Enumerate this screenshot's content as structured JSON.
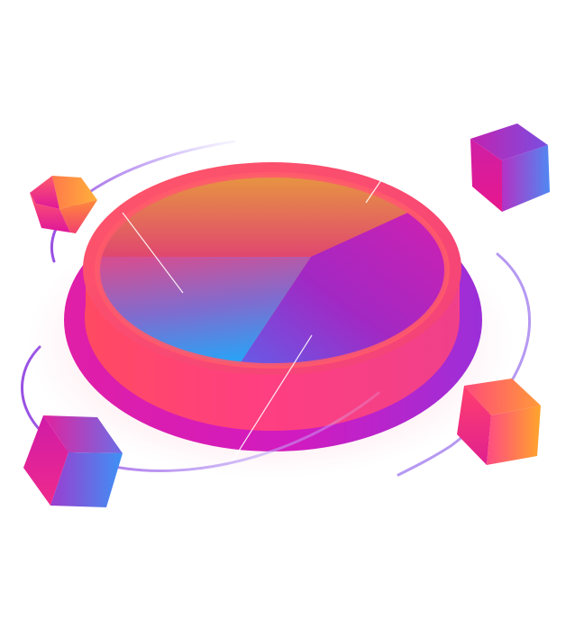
{
  "illustration": {
    "subject": "isometric-pie-chart-with-floating-cubes",
    "colors": {
      "background": "#ffffff",
      "magenta": "#d6149c",
      "pink": "#ff3f7a",
      "coral": "#ff5a5f",
      "orange": "#f7a21b",
      "purple": "#9a2fd6",
      "blue": "#1aa9ff",
      "orbit": "#a47df0"
    },
    "pie_segments": [
      {
        "name": "orange-segment",
        "gradient": [
          "#f7a21b",
          "#e1496d"
        ]
      },
      {
        "name": "purple-segment",
        "gradient": [
          "#c220b0",
          "#7d36d8"
        ]
      },
      {
        "name": "blue-segment",
        "gradient": [
          "#1aa9ff",
          "#e14d8e"
        ]
      }
    ],
    "cubes": [
      {
        "name": "cube-top-left",
        "colors": [
          "#ff9a3c",
          "#e01a96"
        ]
      },
      {
        "name": "cube-top-right",
        "colors": [
          "#d817a3",
          "#5a7ff0"
        ]
      },
      {
        "name": "cube-bottom-left",
        "colors": [
          "#d31ea6",
          "#3d92f5"
        ]
      },
      {
        "name": "cube-bottom-right",
        "colors": [
          "#ff3f86",
          "#ffa528"
        ]
      }
    ]
  }
}
